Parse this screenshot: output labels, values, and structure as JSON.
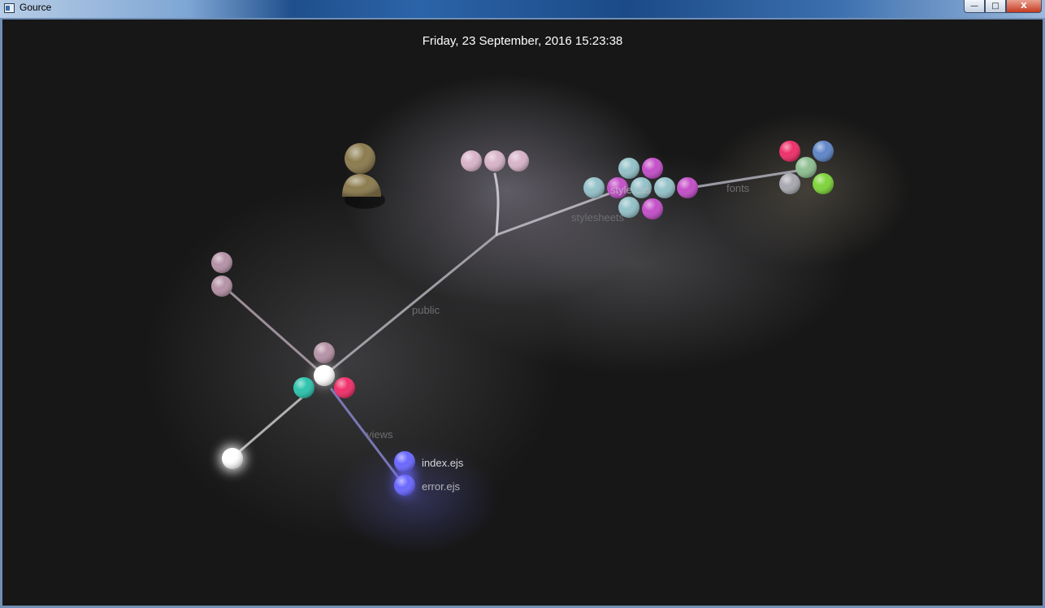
{
  "window": {
    "title": "Gource",
    "buttons": {
      "minimize": "—",
      "maximize": "□",
      "close": "X"
    }
  },
  "timestamp": "Friday, 23 September, 2016 15:23:38",
  "directory_labels": {
    "public": "public",
    "stylesheets": "stylesheets",
    "fonts": "fonts",
    "views": "views"
  },
  "file_labels": {
    "style_css": "style.css",
    "index_ejs": "index.ejs",
    "error_ejs": "error.ejs"
  },
  "colors": {
    "pink_file": "#d8b4c8",
    "mauve_file": "#b592a6",
    "teal_file": "#93c1c8",
    "magenta_file": "#c44fc8",
    "red_file": "#ef2f6a",
    "blue_file": "#5f86c8",
    "sage_file": "#8fbf92",
    "grey_file": "#a8a8b0",
    "green_file": "#7ed43a",
    "cyan_file": "#2cc3ad",
    "violet_file": "#6a67ff",
    "white_file": "#ffffff",
    "user_avatar": "#8c7b4e"
  },
  "icons": {
    "user": "user-avatar-icon",
    "app": "gource-app-icon"
  }
}
